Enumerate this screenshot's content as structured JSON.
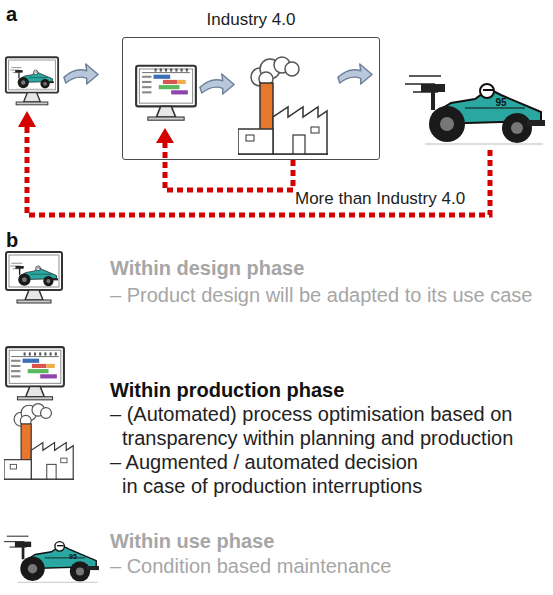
{
  "diagram": {
    "nodes": [
      {
        "text": [
          "Industry 4.0"
        ]
      }
    ],
    "labels": [
      "a",
      "95",
      "More than Industry 4.0",
      "b",
      "Within design phase",
      "– Product design will be adapted to its use case",
      "Within production phase",
      "– (Automated) process optimisation based on transparency within planning and production",
      "– Augmented / automated decision in case of production interruptions",
      "Within use phase",
      "– Condition based maintenance",
      "95"
    ]
  }
}
